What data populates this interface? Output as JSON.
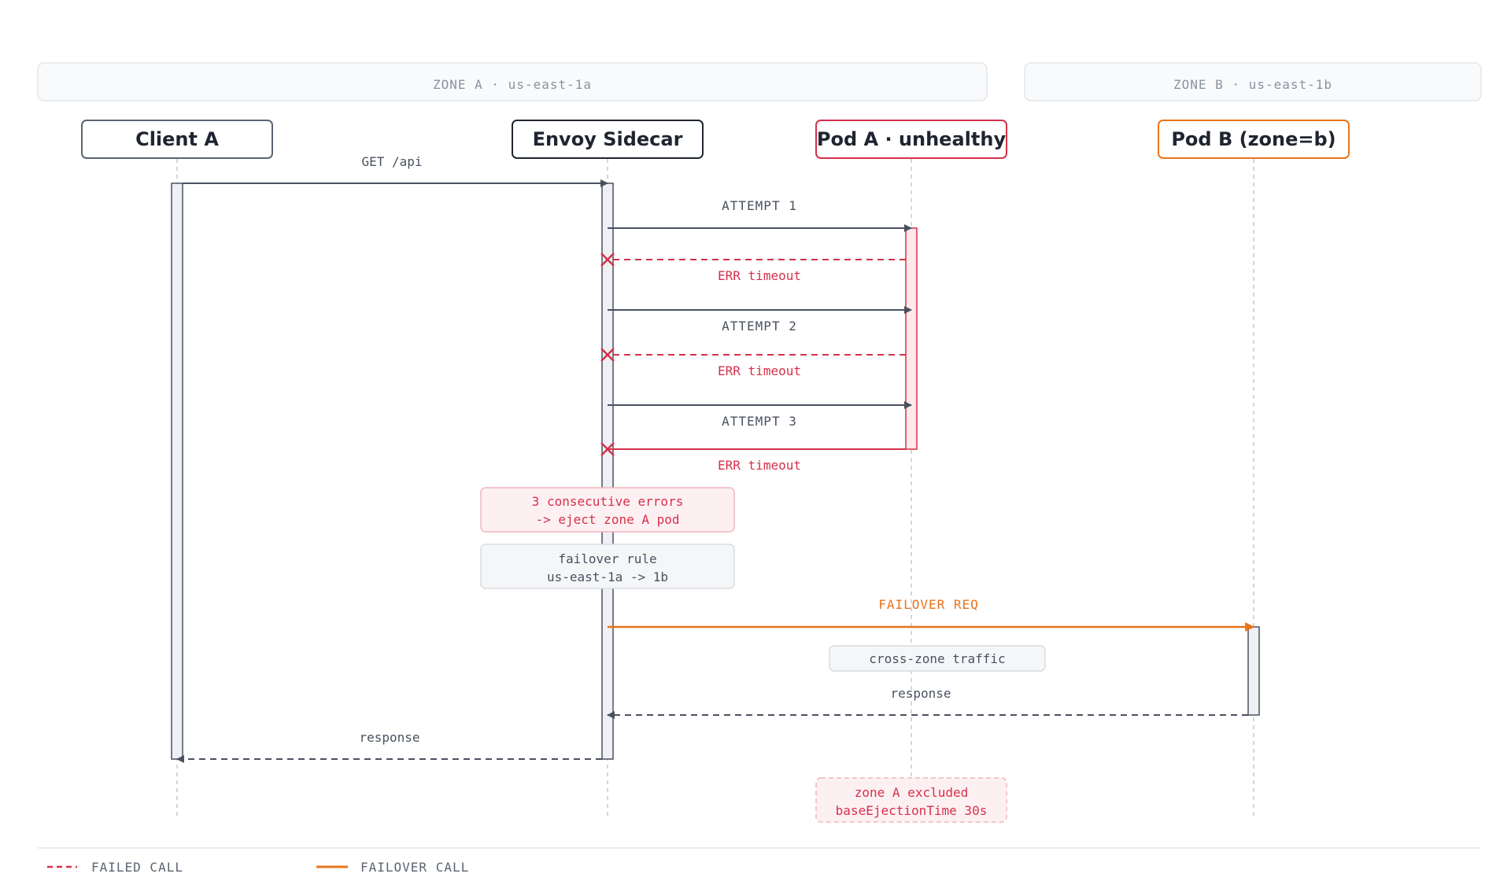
{
  "zones": [
    {
      "label": "ZONE A · us-east-1a"
    },
    {
      "label": "ZONE B · us-east-1b"
    }
  ],
  "participants": [
    {
      "id": "client",
      "label": "Client A",
      "color": "#5b6472"
    },
    {
      "id": "envoy",
      "label": "Envoy Sidecar",
      "color": "#1f2530"
    },
    {
      "id": "poda",
      "label": "Pod A · unhealthy",
      "color": "#d6304a"
    },
    {
      "id": "podb",
      "label": "Pod B (zone=b)",
      "color": "#e8741c"
    }
  ],
  "messages": {
    "get_api": "GET /api",
    "attempt1": "ATTEMPT 1",
    "err1": "ERR timeout",
    "attempt2": "ATTEMPT 2",
    "err2": "ERR timeout",
    "attempt3": "ATTEMPT 3",
    "err3": "ERR timeout",
    "failover_req": "FAILOVER REQ",
    "response_b": "response",
    "response_client": "response"
  },
  "notes": {
    "eject_line1": "3 consecutive errors",
    "eject_line2": "-> eject zone A pod",
    "rule_line1": "failover rule",
    "rule_line2": "us-east-1a -> 1b",
    "cross_zone": "cross-zone traffic",
    "excluded_line1": "zone A excluded",
    "excluded_line2": "baseEjectionTime 30s"
  },
  "legend": {
    "failed": "FAILED CALL",
    "failover": "FAILOVER CALL"
  },
  "colors": {
    "error": "#d6304a",
    "failover": "#e8741c",
    "line": "#4a5160",
    "muted": "#8a93a2"
  }
}
